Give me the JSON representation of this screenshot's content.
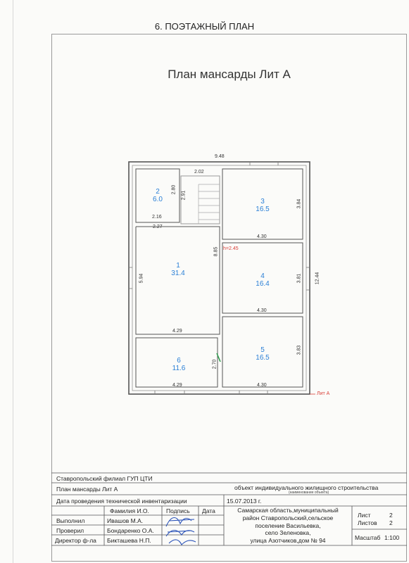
{
  "header": {
    "section_title": "6. ПОЭТАЖНЫЙ ПЛАН",
    "plan_title": "План мансарды Лит А"
  },
  "plan": {
    "height_note": "h=2.45",
    "lit_label": "Лит А",
    "rooms": [
      {
        "number": "1",
        "area": "31.4"
      },
      {
        "number": "2",
        "area": "6.0"
      },
      {
        "number": "3",
        "area": "16.5"
      },
      {
        "number": "4",
        "area": "16.4"
      },
      {
        "number": "5",
        "area": "16.5"
      },
      {
        "number": "6",
        "area": "11.6"
      }
    ],
    "dims": {
      "top_width": "9.48",
      "stair_width": "2.02",
      "stair_depth": "2.91",
      "r2_h": "2.80",
      "r2_w": "2.16",
      "hall_top": "2.27",
      "r3_w": "4.30",
      "r3_h": "3.84",
      "r4_w": "4.30",
      "r4_h": "3.81",
      "r5_w": "4.30",
      "r5_h": "3.83",
      "r6_w_top": "4.29",
      "r6_w_bottom": "4.29",
      "r6_h": "2.70",
      "r1_h_left": "5.94",
      "r1_h_mid": "8.85",
      "total_h": "12.44",
      "r5_bottom": "4.30"
    }
  },
  "stamp": {
    "org": "Ставропольский  филиал ГУП ЦТИ",
    "plan_name": "План  мансарды  Лит А",
    "object": "объект индивидуального жилищного строительства",
    "object_caption": "(наименование объекта)",
    "date_label": "Дата проведения технической инвентаризации",
    "date_value": "15.07.2013 г.",
    "col_name": "Фамилия И.О.",
    "col_sign": "Подпись",
    "col_date": "Дата",
    "rows": [
      {
        "role": "Выполнил",
        "name": "Ивашов М.А."
      },
      {
        "role": "Проверил",
        "name": "Бондаренко О.А."
      },
      {
        "role": "Директор ф-ла",
        "name": "Бикташева Н.П."
      }
    ],
    "address": [
      "Самарская область,муниципальный",
      "район Ставропольский,сельское",
      "поселение Васильевка,",
      "село Зеленовка,",
      "улица Азотчиков,дом № 94"
    ],
    "sheet_label": "Лист",
    "sheet_value": "2",
    "sheets_label": "Листов",
    "sheets_value": "2",
    "scale_label": "Масштаб",
    "scale_value": "1:100"
  }
}
